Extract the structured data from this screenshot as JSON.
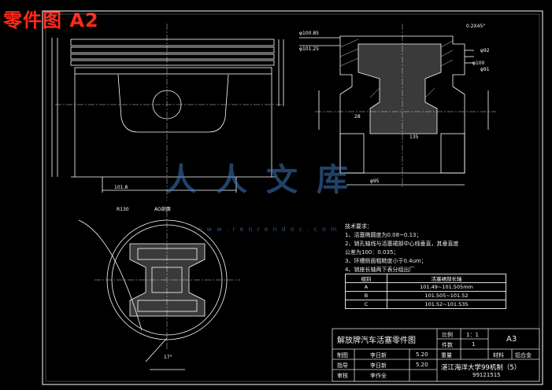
{
  "sheet_title": "零件图  A2",
  "technical_notes": {
    "heading": "技术要求：",
    "items": [
      "1、活塞椭圆度为0.08~0.13；",
      "2、销孔轴线与活塞裙部中心线垂直，其垂直度",
      "   公差为100：0.035；",
      "3、环槽侧面粗糙度小于0.4um；",
      "4、销座长轴两下表分组出厂"
    ]
  },
  "group_table": {
    "headers": [
      "组别",
      "活塞裙部长轴"
    ],
    "rows": [
      [
        "A",
        "101.49~101.505mm"
      ],
      [
        "B",
        "101.505~101.52"
      ],
      [
        "C",
        "101.52~101.535"
      ]
    ]
  },
  "title_block": {
    "part_name": "解放牌汽车活塞零件图",
    "scale_label": "比例",
    "scale_value": "1：1",
    "count_label": "件数",
    "count_value": "1",
    "sheet_size": "A3",
    "weight_label": "重量",
    "material_label": "材料",
    "material_value": "铝合金",
    "drawn_label": "制图",
    "drawn_name": "李日新",
    "drawn_date": "5.20",
    "guide_label": "指导",
    "guide_name": "李日新",
    "guide_date": "5.20",
    "review_label": "审核",
    "review_name": "李作全",
    "school": "湛江海洋大学99机制（5）",
    "student_no": "99121515"
  },
  "dimensions": {
    "chamfer": "0.2X45°",
    "section_bore": "φ95",
    "phi_100_85": "φ100.85",
    "phi_101_25": "φ101.25",
    "phi_92": "φ92",
    "phi_91": "φ91",
    "phi_100": "φ100",
    "skirt_length": "101.8",
    "angle_17": "17°",
    "r130": "R130",
    "section_label": "AO剖面",
    "len_135": "135",
    "depth_28": "28"
  },
  "watermark": {
    "text": "人人文库",
    "url": "www.renrendoc.com"
  }
}
